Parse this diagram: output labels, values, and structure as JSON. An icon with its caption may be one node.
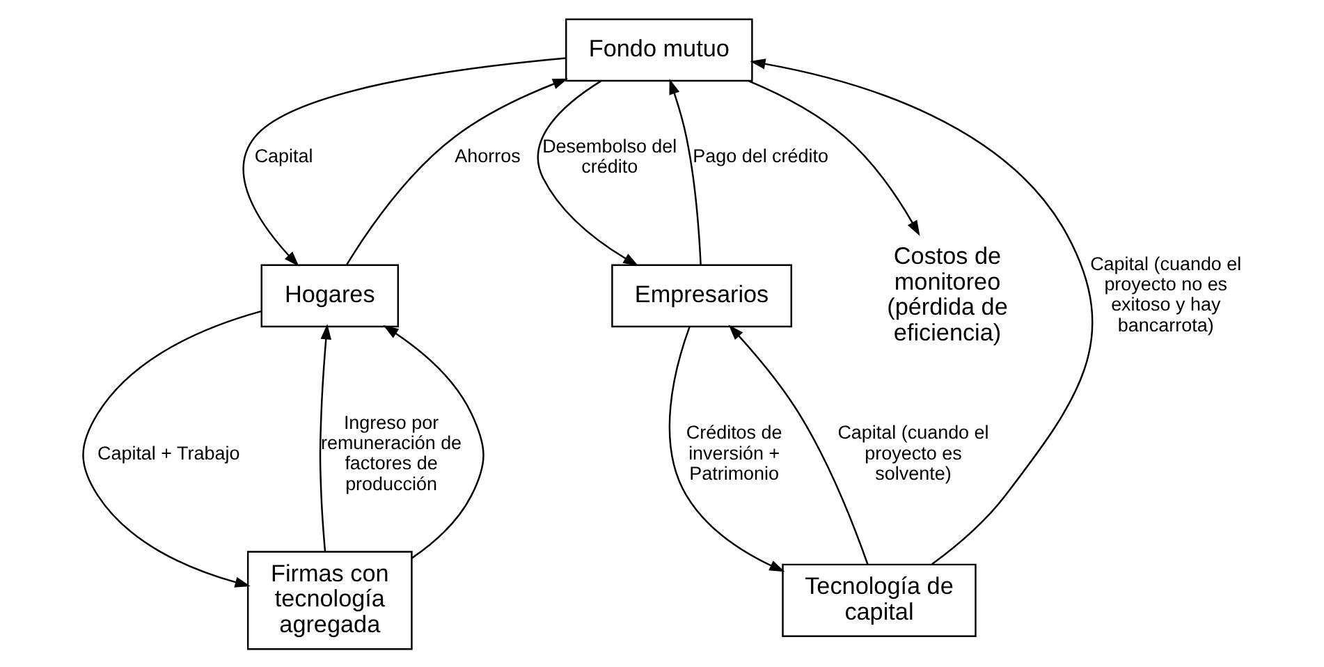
{
  "diagram": {
    "nodes": [
      {
        "text": [
          "Fondo mutuo"
        ]
      },
      {
        "text": [
          "Hogares"
        ]
      },
      {
        "text": [
          "Empresarios"
        ]
      },
      {
        "text": [
          "Costos de monitoreo (pérdida de eficiencia)"
        ]
      },
      {
        "text": [
          "Firmas con tecnología agregada"
        ]
      },
      {
        "text": [
          "Tecnología de capital"
        ]
      }
    ],
    "edges": [
      {
        "from": 0,
        "to": 1,
        "arrow": "to",
        "label": "Capital"
      },
      {
        "from": 1,
        "to": 0,
        "arrow": "to",
        "label": "Ahorros"
      },
      {
        "from": 0,
        "to": 2,
        "arrow": "to",
        "label": "Desembolso del crédito"
      },
      {
        "from": 2,
        "to": 0,
        "arrow": "to",
        "label": "Pago del crédito"
      },
      {
        "from": 0,
        "to": 3,
        "arrow": "to"
      },
      {
        "from": 1,
        "to": 4,
        "arrow": "to",
        "label": "Capital + Trabajo"
      },
      {
        "from": 4,
        "to": 1,
        "arrow": "to",
        "label": "Ingreso por remuneración de factores de producción"
      },
      {
        "from": 4,
        "to": 1,
        "arrow": "to"
      },
      {
        "from": 5,
        "to": 2,
        "arrow": "to",
        "label": "Capital (cuando el proyecto es solvente)"
      },
      {
        "from": 2,
        "to": 5,
        "arrow": "to",
        "label": "Créditos de inversión + Patrimonio"
      },
      {
        "from": 5,
        "to": 0,
        "arrow": "to",
        "label": "Capital (cuando el proyecto no es exitoso y hay bancarrota)"
      }
    ]
  }
}
